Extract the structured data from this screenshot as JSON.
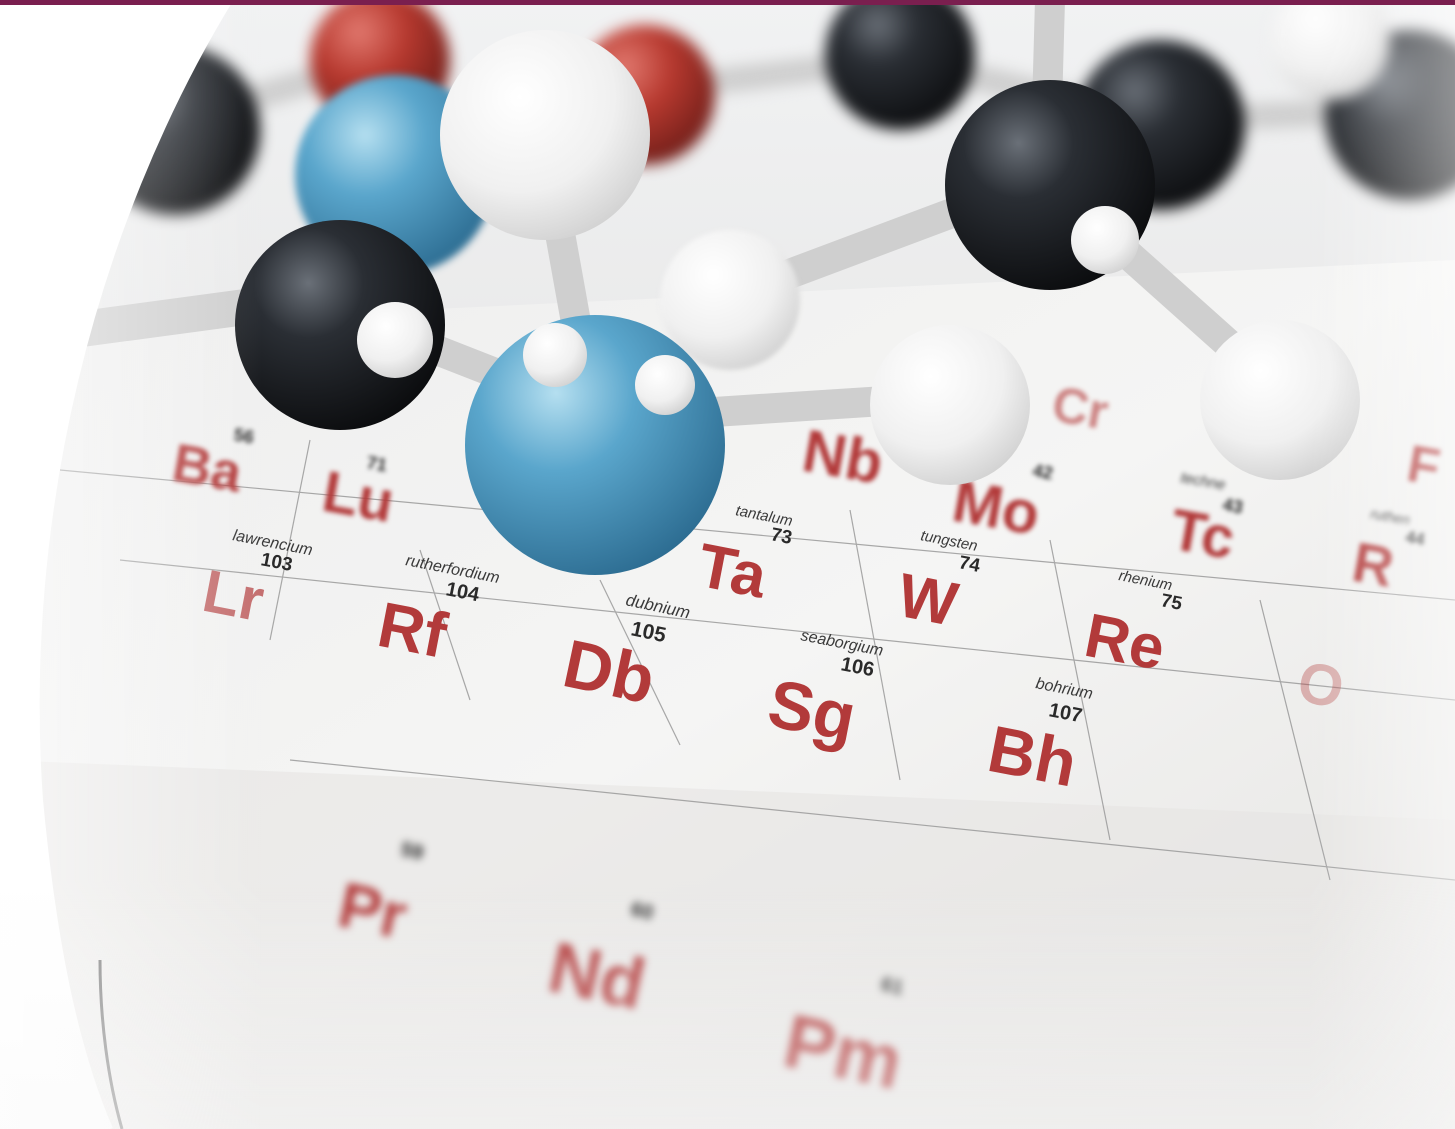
{
  "colors": {
    "top_bar": "#7a1f4f",
    "element_symbol": "#b23a3a",
    "atom_black": "#1c1f24",
    "atom_blue": "#57a2c8",
    "atom_white": "#f4f4f4",
    "atom_red": "#b73a33"
  },
  "elements_row_a": [
    {
      "symbol": "Ba",
      "number": "56"
    },
    {
      "symbol": "Lu",
      "number": "71"
    },
    {
      "symbol": "Nb",
      "number": ""
    },
    {
      "symbol": "Mo",
      "number": "42"
    },
    {
      "symbol": "Tc",
      "number": "43",
      "name": "techne"
    },
    {
      "symbol": "Cr",
      "number": ""
    }
  ],
  "elements_row_b": [
    {
      "symbol": "Lr",
      "number": "103",
      "name": "lawrencium"
    },
    {
      "symbol": "Rf",
      "number": "104",
      "name": "rutherfordium"
    },
    {
      "symbol": "Db",
      "number": "105",
      "name": "dubnium"
    },
    {
      "symbol": "Sg",
      "number": "106",
      "name": "seaborgium"
    },
    {
      "symbol": "Bh",
      "number": "107",
      "name": "bohrium"
    }
  ],
  "elements_row_c": [
    {
      "symbol": "Ta",
      "number": "73",
      "name": "tantalum"
    },
    {
      "symbol": "W",
      "number": "74",
      "name": "tungsten"
    },
    {
      "symbol": "Re",
      "number": "75",
      "name": "rhenium"
    }
  ],
  "elements_bottom": [
    {
      "symbol": "Pr",
      "number": "59"
    },
    {
      "symbol": "Nd",
      "number": "60"
    },
    {
      "symbol": "Pm",
      "number": "61"
    }
  ],
  "edge_labels": {
    "right_name": "ruthen",
    "right_number": "44",
    "right_symbol": "R",
    "far_right_symbol": "F",
    "far_right_bottom": "O"
  }
}
